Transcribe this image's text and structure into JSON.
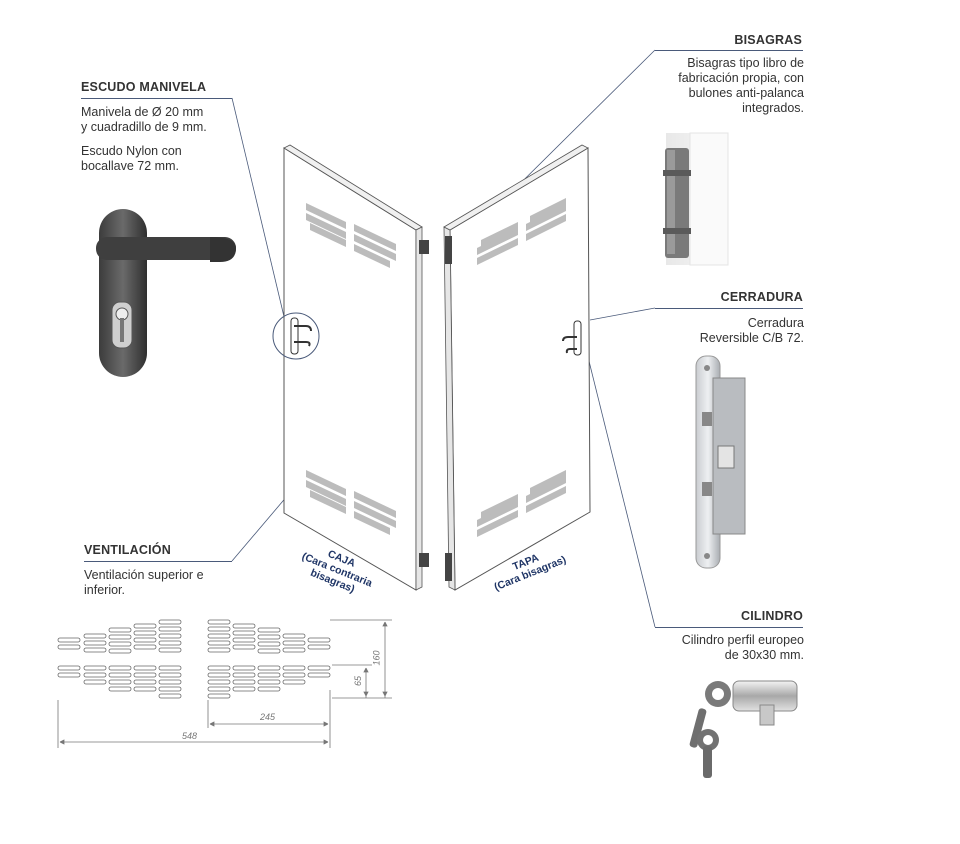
{
  "escudo": {
    "title": "ESCUDO MANIVELA",
    "line1": "Manivela de Ø 20 mm",
    "line2": "y cuadradillo de 9 mm.",
    "line3": "Escudo Nylon con",
    "line4": "bocallave 72 mm."
  },
  "ventilacion": {
    "title": "VENTILACIÓN",
    "line1": "Ventilación superior e",
    "line2": "inferior."
  },
  "bisagras": {
    "title": "BISAGRAS",
    "line1": "Bisagras tipo libro de",
    "line2": "fabricación propia, con",
    "line3": "bulones anti-palanca",
    "line4": "integrados."
  },
  "cerradura": {
    "title": "CERRADURA",
    "line1": "Cerradura",
    "line2": "Reversible C/B 72."
  },
  "cilindro": {
    "title": "CILINDRO",
    "line1": "Cilindro perfil europeo",
    "line2": "de 30x30 mm."
  },
  "doors": {
    "caja_label": "CAJA",
    "caja_sub1": "(Cara contraria",
    "caja_sub2": "bisagras)",
    "tapa_label": "TAPA",
    "tapa_sub": "(Cara bisagras)"
  },
  "dimensions": {
    "total_width": "548",
    "half_width": "245",
    "height": "160",
    "offset": "65"
  },
  "colors": {
    "accent_line": "#4a5a7a",
    "label_blue": "#1f3566",
    "vent_grey": "#b5b5b5"
  }
}
